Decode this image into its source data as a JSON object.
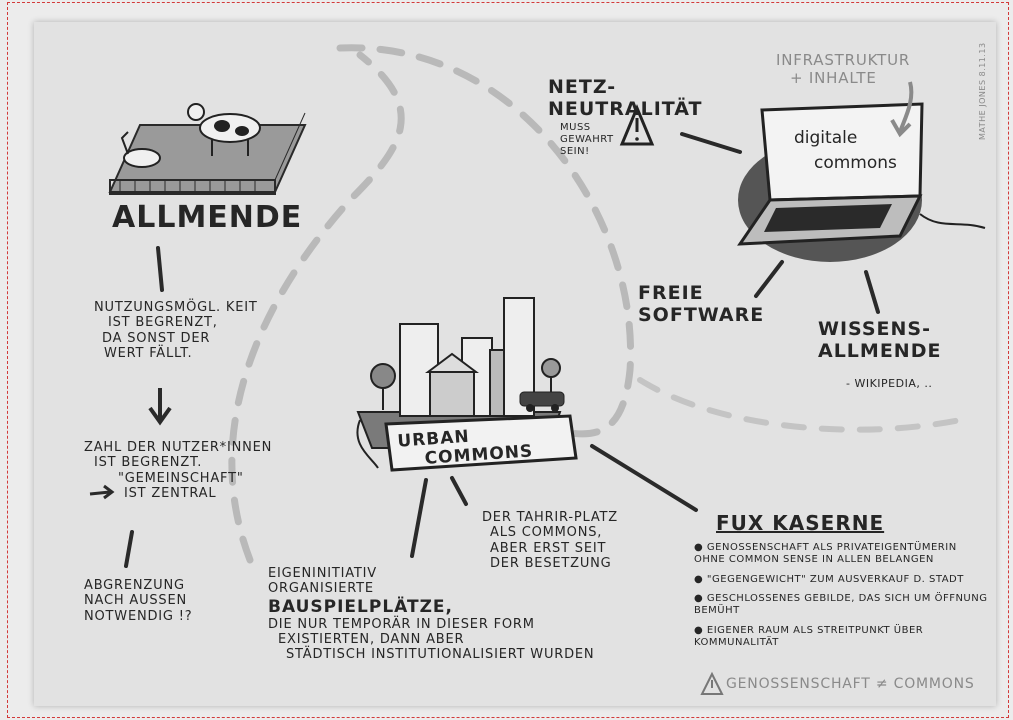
{
  "sections": {
    "allmende": {
      "title": "ALLMENDE",
      "text1": [
        "NUTZUNGSMÖGL. KEIT",
        "IST BEGRENZT,",
        "DA SONST DER",
        "WERT FÄLLT."
      ],
      "text2": [
        "ZAHL DER NUTZER*INNEN",
        "IST BEGRENZT.",
        "\"GEMEINSCHAFT\"",
        "IST ZENTRAL"
      ],
      "text3": [
        "ABGRENZUNG",
        "NACH AUSSEN",
        "NOTWENDIG !?"
      ]
    },
    "digital": {
      "top_label": [
        "INFRASTRUKTUR",
        "+ INHALTE"
      ],
      "laptop_label": [
        "digitale",
        "commons"
      ],
      "netz_title": [
        "NETZ-",
        "NEUTRALITÄT"
      ],
      "netz_note": [
        "MUSS",
        "GEWAHRT",
        "SEIN!"
      ],
      "freie": [
        "FREIE",
        "SOFTWARE"
      ],
      "wissen": [
        "WISSENS-",
        "ALLMENDE"
      ],
      "wissen_note": "- WIKIPEDIA, ..",
      "signature": "MATHE JONES 8.11.13"
    },
    "urban": {
      "title": [
        "URBAN",
        "COMMONS"
      ],
      "tahrir": [
        "DER TAHRIR-PLATZ",
        "ALS COMMONS,",
        "ABER ERST SEIT",
        "DER BESETZUNG"
      ],
      "bauspiel": [
        "EIGENINITIATIV",
        "ORGANISIERTE",
        "BAUSPIELPLÄTZE,",
        "DIE NUR TEMPORÄR IN DIESER FORM",
        "EXISTIERTEN, DANN ABER",
        "STÄDTISCH INSTITUTIONALISIERT WURDEN"
      ]
    },
    "fux": {
      "title": "FUX KASERNE",
      "bullets": [
        "GENOSSENSCHAFT ALS PRIVATEIGENTÜMERIN OHNE COMMON SENSE IN ALLEN BELANGEN",
        "\"GEGENGEWICHT\" ZUM AUSVERKAUF D. STADT",
        "GESCHLOSSENES GEBILDE, DAS SICH UM ÖFFNUNG BEMÜHT",
        "EIGENER RAUM ALS STREITPUNKT ÜBER KOMMUNALITÄT"
      ],
      "footer": "GENOSSENSCHAFT ≠ COMMONS"
    }
  },
  "icons": [
    "cow-icon",
    "goose-icon",
    "warning-icon",
    "laptop-icon",
    "city-icon",
    "car-icon",
    "tree-icon",
    "arrow-down-icon",
    "arrow-right-icon"
  ],
  "colors": {
    "paper": "#e2e2e2",
    "ink": "#262626",
    "frame": "#d23a3a",
    "blob": "#555555"
  }
}
